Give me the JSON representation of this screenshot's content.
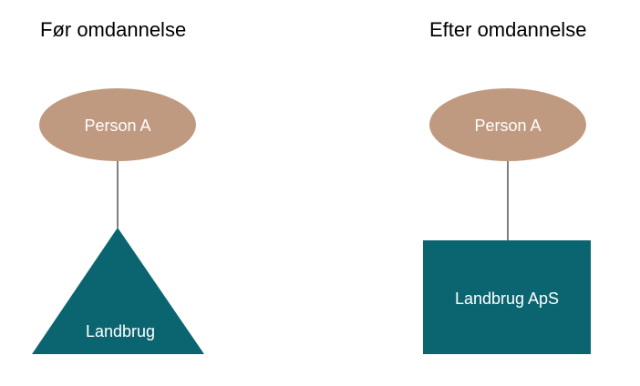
{
  "before": {
    "title": "Før omdannelse",
    "owner_label": "Person A",
    "entity_label": "Landbrug"
  },
  "after": {
    "title": "Efter omdannelse",
    "owner_label": "Person A",
    "entity_label": "Landbrug ApS"
  },
  "colors": {
    "owner_fill": "#c09a80",
    "entity_fill": "#0b6570",
    "node_text": "#ffffff",
    "connector": "#000000"
  }
}
